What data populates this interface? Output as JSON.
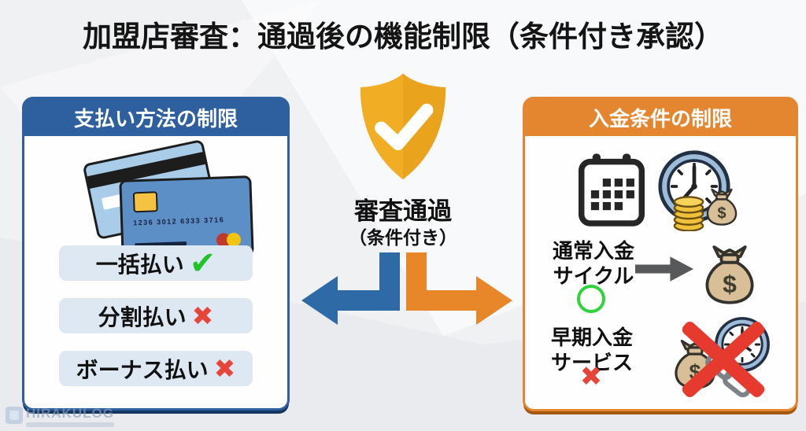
{
  "title": "加盟店審査：通過後の機能制限（条件付き承認）",
  "left_panel": {
    "header": "支払い方法の制限",
    "card_number": "1236 3012 6333 3716",
    "rows": [
      {
        "label": "一括払い",
        "glyph": "✔",
        "status": "allowed"
      },
      {
        "label": "分割払い",
        "glyph": "✖",
        "status": "restricted"
      },
      {
        "label": "ボーナス払い",
        "glyph": "✖",
        "status": "restricted"
      }
    ]
  },
  "center": {
    "status_title": "審査通過",
    "status_note": "（条件付き）"
  },
  "right_panel": {
    "header": "入金条件の制限",
    "rows": [
      {
        "line1": "通常入金",
        "line2": "サイクル",
        "glyph": "○",
        "status": "allowed"
      },
      {
        "line1": "早期入金",
        "line2": "サービス",
        "glyph": "✖",
        "status": "restricted"
      }
    ]
  },
  "watermark": {
    "brand": "HIRAKULOG"
  },
  "colors": {
    "left_accent": "#2e5f9e",
    "right_accent": "#e4862f",
    "check_green": "#22c32a",
    "cross_red": "#e8453a",
    "shield_gold": "#f1ae25",
    "arrow_blue": "#2e6ba6",
    "arrow_orange": "#e8872a",
    "background": "#f0f1f3"
  }
}
